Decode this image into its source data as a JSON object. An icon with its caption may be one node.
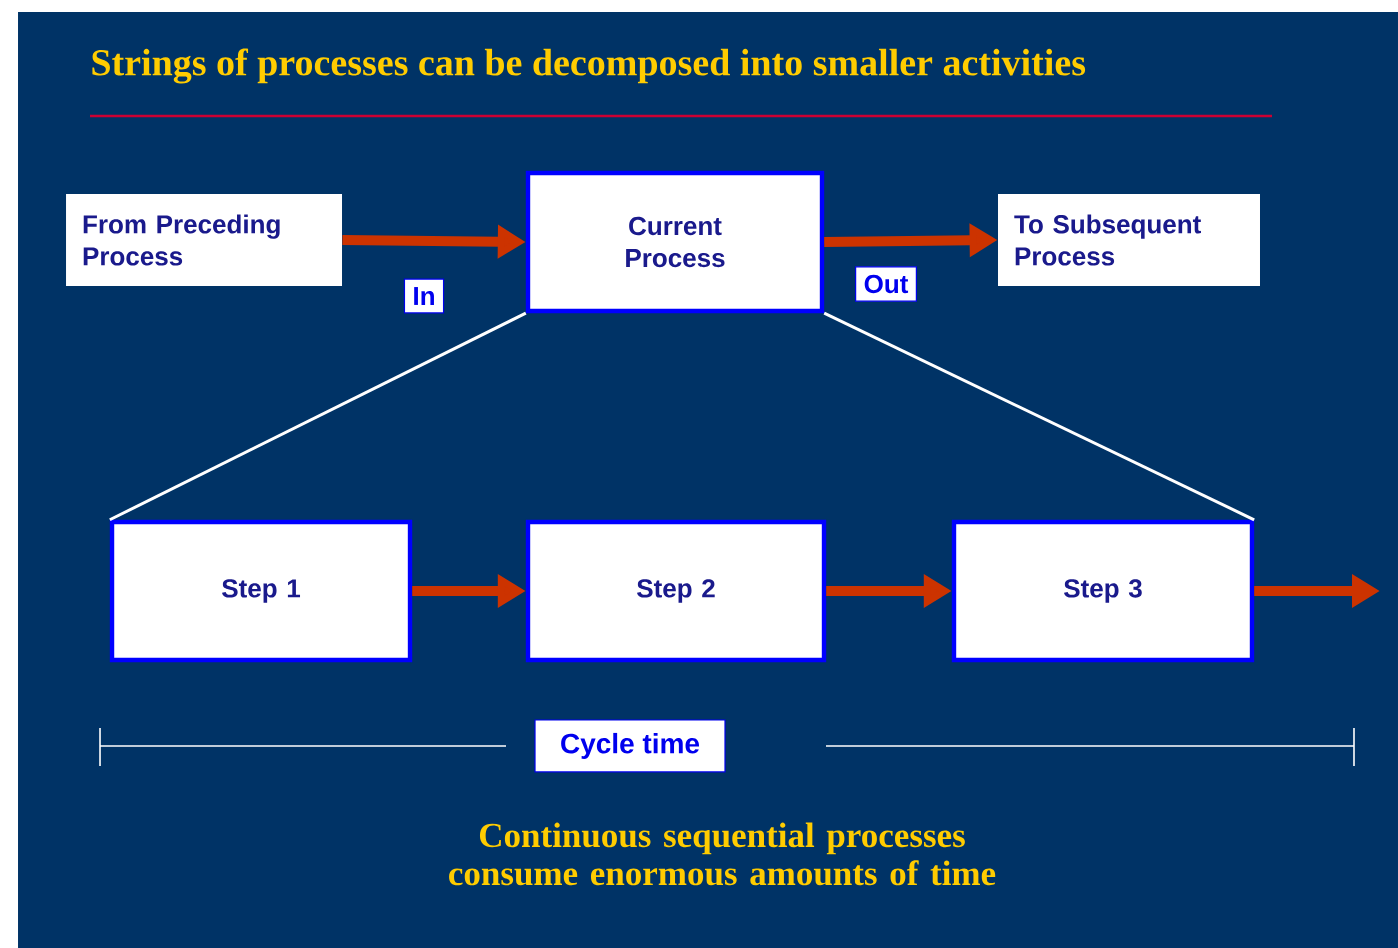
{
  "diagram": {
    "title": "Strings of processes can be decomposed into smaller activities",
    "nodes": [
      {
        "text": [
          "From Preceding Process"
        ]
      },
      {
        "text": [
          "Current Process"
        ]
      },
      {
        "text": [
          "To Subsequent Process"
        ]
      },
      {
        "text": [
          "Step 1"
        ]
      },
      {
        "text": [
          "Step 2"
        ]
      },
      {
        "text": [
          "Step 3"
        ]
      }
    ],
    "edges": [
      {
        "from": 0,
        "to": 1,
        "arrow": "to",
        "label": "In"
      },
      {
        "from": 1,
        "to": 2,
        "arrow": "to",
        "label": "Out"
      },
      {
        "from": 1,
        "to": 3,
        "arrow": "none",
        "color": "#ffffff"
      },
      {
        "from": 1,
        "to": 5,
        "arrow": "none",
        "color": "#ffffff"
      },
      {
        "from": 3,
        "to": 4,
        "arrow": "to"
      },
      {
        "from": 4,
        "to": 5,
        "arrow": "to"
      },
      {
        "from": 5,
        "to": null,
        "arrow": "to"
      }
    ],
    "labels": [
      "Cycle time"
    ],
    "caption": "Continuous sequential processes consume enormous amounts of time"
  }
}
